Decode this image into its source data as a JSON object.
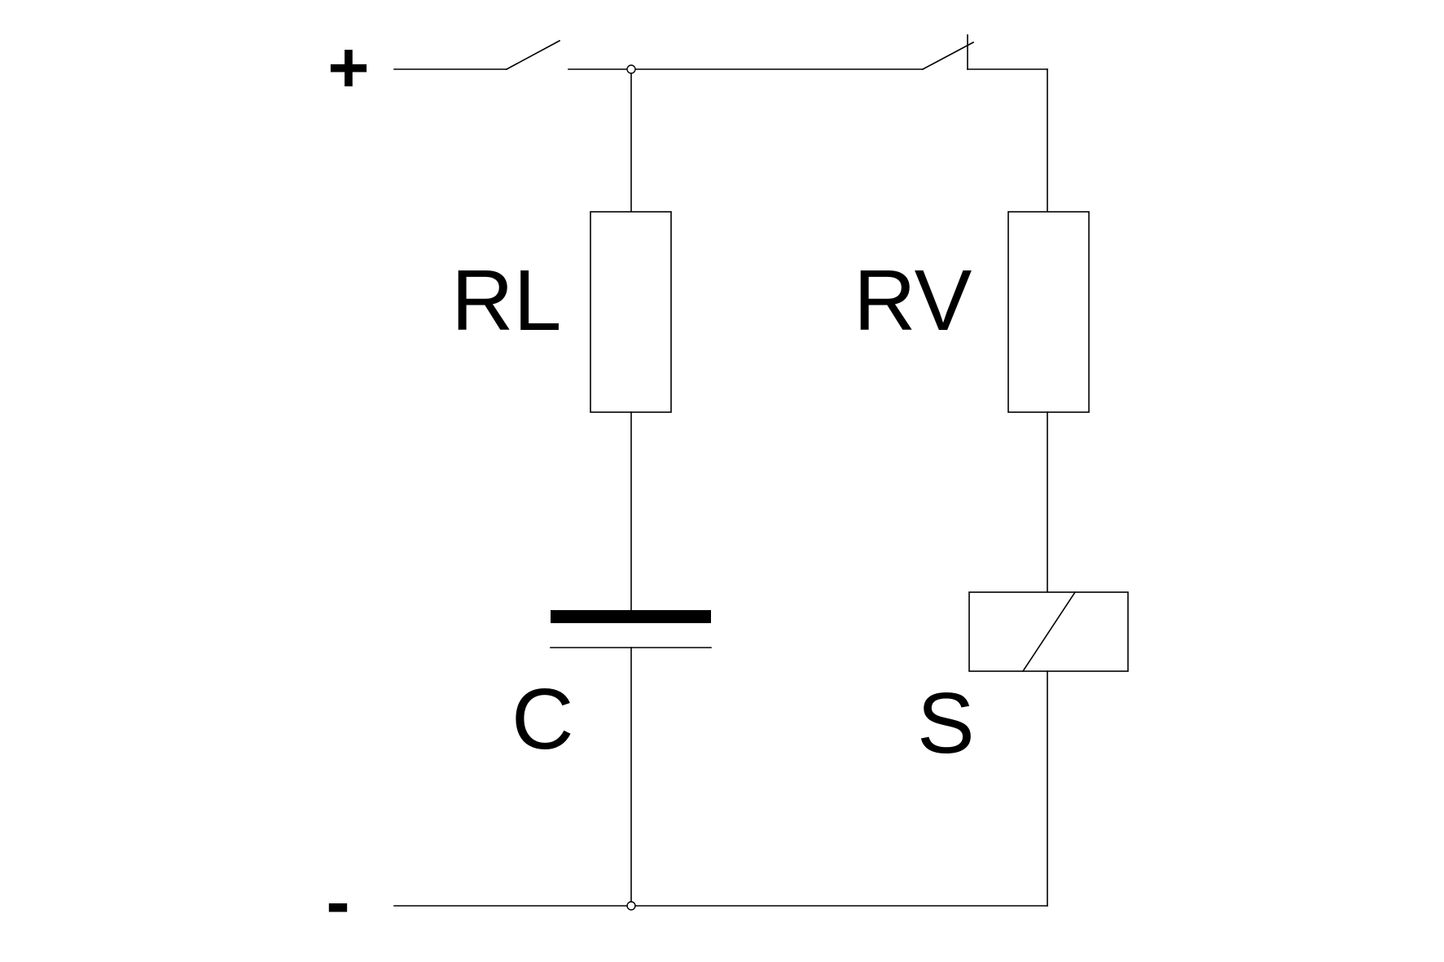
{
  "diagram": {
    "terminals": {
      "positive": "+",
      "negative": "-"
    },
    "components": {
      "resistor_left": "RL",
      "resistor_right": "RV",
      "capacitor": "C",
      "relay": "S"
    },
    "colors": {
      "line": "#000000",
      "background": "#ffffff"
    }
  }
}
